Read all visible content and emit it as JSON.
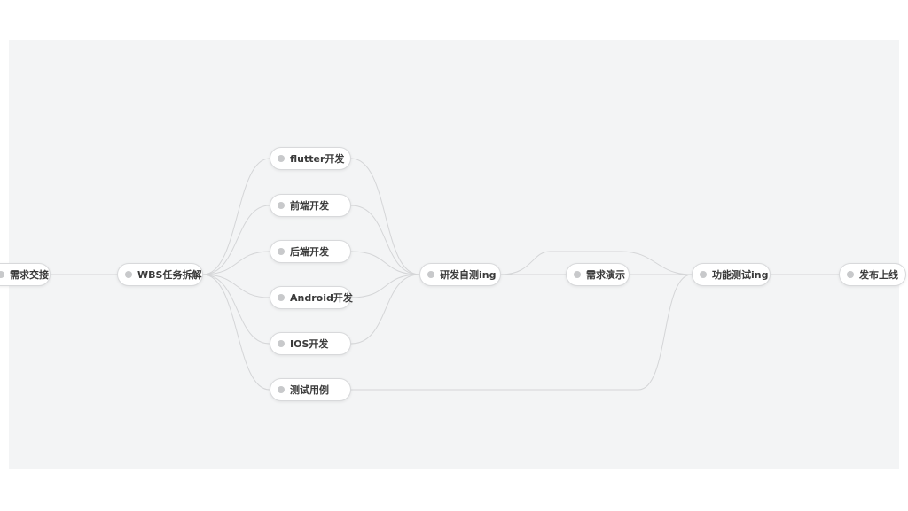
{
  "colors": {
    "canvas": "#f3f4f5",
    "edge": "#d4d5d7",
    "dot": "#c8c9cb"
  },
  "nodes": {
    "handover": "需求交接",
    "wbs": "WBS任务拆解",
    "flutter": "flutter开发",
    "frontend": "前端开发",
    "backend": "后端开发",
    "android": "Android开发",
    "ios": "IOS开发",
    "testcase": "测试用例",
    "selftest": "研发自测ing",
    "demo": "需求演示",
    "functest": "功能测试ing",
    "release": "发布上线"
  }
}
